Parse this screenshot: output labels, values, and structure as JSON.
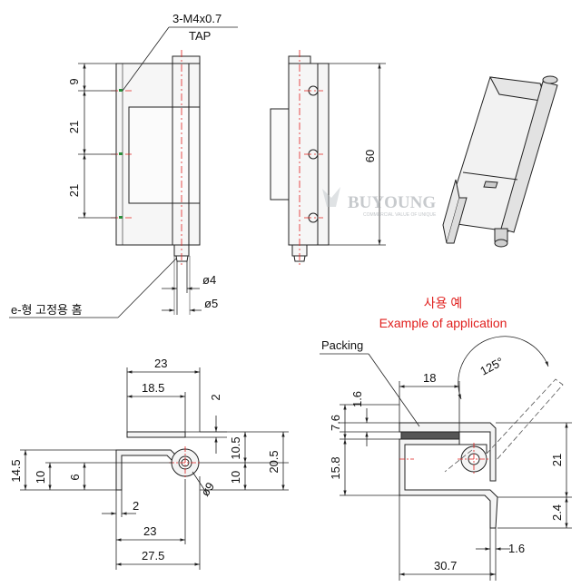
{
  "front_view": {
    "tap_label_1": "3-M4x0.7",
    "tap_label_2": "TAP",
    "dims": {
      "top": "9",
      "mid": "21",
      "bottom": "21"
    },
    "groove_label": "e-형 고정용 홈",
    "phi4": "ø4",
    "phi5": "ø5"
  },
  "side_view": {
    "height": "60"
  },
  "watermark": {
    "brand": "BUYOUNG",
    "tagline": "COMMERCIAL VALUE OF UNIQUE"
  },
  "plan_view": {
    "w23_top": "23",
    "w18_5": "18.5",
    "d2_right": "2",
    "d10_5": "10.5",
    "d20_5": "20.5",
    "d10_right": "10",
    "d14_5": "14.5",
    "d10_left": "10",
    "d6": "6",
    "phi9": "ø9",
    "d2_bottom": "2",
    "w23_bottom": "23",
    "w27_5": "27.5"
  },
  "application": {
    "title_kr": "사용 예",
    "title_en": "Example of application",
    "packing": "Packing",
    "w18": "18",
    "angle": "125°",
    "d7_6": "7.6",
    "d1_6_top": "1.6",
    "d15_8": "15.8",
    "d21": "21",
    "d2_4": "2.4",
    "d1_6_bottom": "1.6",
    "w30_7": "30.7"
  },
  "colors": {
    "line": "#222222",
    "center": "#e0201e",
    "accent_text": "#e0201e",
    "fill": "#f4f4f4"
  }
}
